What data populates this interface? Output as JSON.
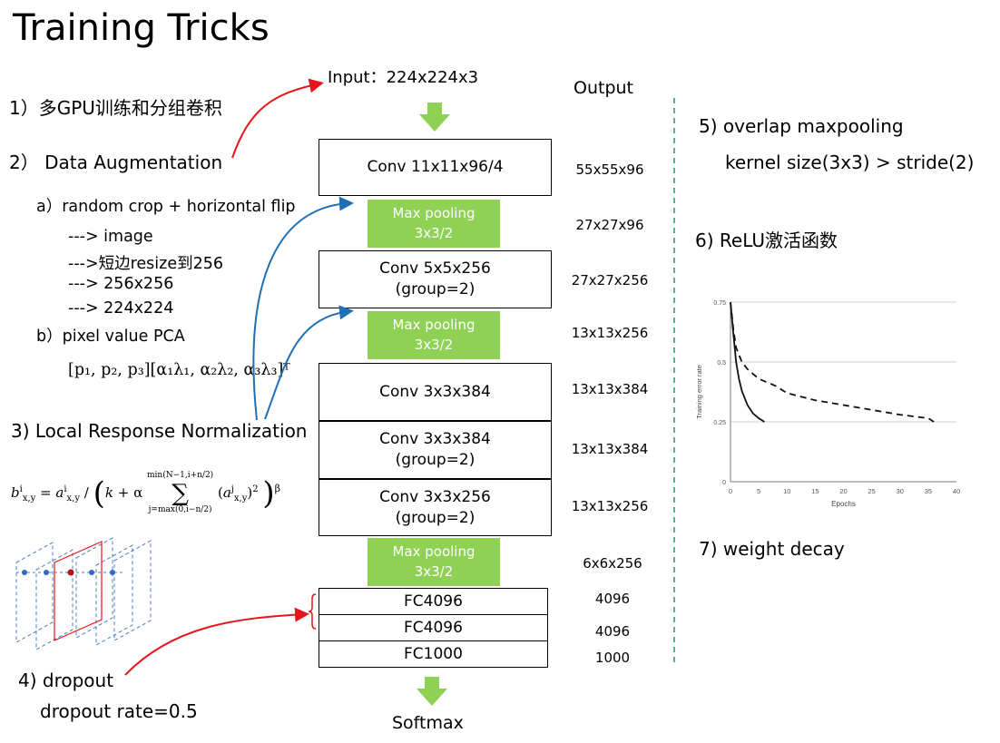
{
  "title": "Training Tricks",
  "input_label": "Input：224x224x3",
  "output_header": "Output",
  "softmax_label": "Softmax",
  "left": {
    "item1": "1）多GPU训练和分组卷积",
    "item2": "2） Data Augmentation",
    "item2a": "a）random crop + horizontal flip",
    "item2a_lines": [
      "---> image",
      "--->短边resize到256",
      "---> 256x256",
      "---> 224x224"
    ],
    "item2b": "b）pixel value PCA",
    "pca_formula": "[p₁, p₂, p₃][α₁λ₁, α₂λ₂, α₃λ₃]ᵀ",
    "item3": "3) Local Response Normalization",
    "item4": "4) dropout",
    "item4_rate": "dropout rate=0.5"
  },
  "right": {
    "item5": "5) overlap maxpooling",
    "item5_sub": "kernel size(3x3) > stride(2)",
    "item6": "6) ReLU激活函数",
    "item7": "7) weight decay"
  },
  "layers": [
    {
      "kind": "conv",
      "lines": [
        "Conv 11x11x96/4"
      ],
      "output": "55x55x96"
    },
    {
      "kind": "pool",
      "lines": [
        "Max pooling",
        "3x3/2"
      ],
      "output": "27x27x96"
    },
    {
      "kind": "conv",
      "lines": [
        "Conv 5x5x256",
        "(group=2)"
      ],
      "output": "27x27x256"
    },
    {
      "kind": "pool",
      "lines": [
        "Max pooling",
        "3x3/2"
      ],
      "output": "13x13x256"
    },
    {
      "kind": "conv",
      "lines": [
        "Conv 3x3x384"
      ],
      "output": "13x13x384"
    },
    {
      "kind": "conv",
      "lines": [
        "Conv 3x3x384",
        "(group=2)"
      ],
      "output": "13x13x384"
    },
    {
      "kind": "conv",
      "lines": [
        "Conv 3x3x256",
        "(group=2)"
      ],
      "output": "13x13x256"
    },
    {
      "kind": "pool",
      "lines": [
        "Max pooling",
        "3x3/2"
      ],
      "output": "6x6x256"
    },
    {
      "kind": "fc",
      "lines": [
        "FC4096"
      ],
      "output": "4096"
    },
    {
      "kind": "fc",
      "lines": [
        "FC4096"
      ],
      "output": "4096"
    },
    {
      "kind": "fc",
      "lines": [
        "FC1000"
      ],
      "output": "1000"
    }
  ],
  "colors": {
    "pool_green": "#8fd155",
    "arrow_red": "#e8141b",
    "arrow_blue": "#1f6fb5",
    "divider": "#1a9a7a"
  },
  "chart_data": {
    "type": "line",
    "ylabel": "Training error rate",
    "xlabel": "Epochs",
    "xlim": [
      0,
      40
    ],
    "ylim": [
      0,
      0.75
    ],
    "x_ticks": [
      "0",
      "5",
      "10",
      "15",
      "20",
      "25",
      "30",
      "35",
      "40"
    ],
    "y_ticks": [
      "0",
      "0.25",
      "0.5",
      "0.75"
    ],
    "grid": "horizontal",
    "series": [
      {
        "style": "solid",
        "x": [
          0,
          0.5,
          1,
          1.5,
          2,
          3,
          4,
          5,
          6
        ],
        "y": [
          0.75,
          0.62,
          0.5,
          0.43,
          0.38,
          0.32,
          0.285,
          0.265,
          0.25
        ]
      },
      {
        "style": "dashed",
        "x": [
          0,
          0.5,
          1,
          2,
          3,
          5,
          8,
          10,
          15,
          20,
          25,
          30,
          35,
          36
        ],
        "y": [
          0.75,
          0.64,
          0.56,
          0.5,
          0.47,
          0.43,
          0.4,
          0.37,
          0.34,
          0.32,
          0.3,
          0.28,
          0.265,
          0.25
        ]
      }
    ]
  }
}
